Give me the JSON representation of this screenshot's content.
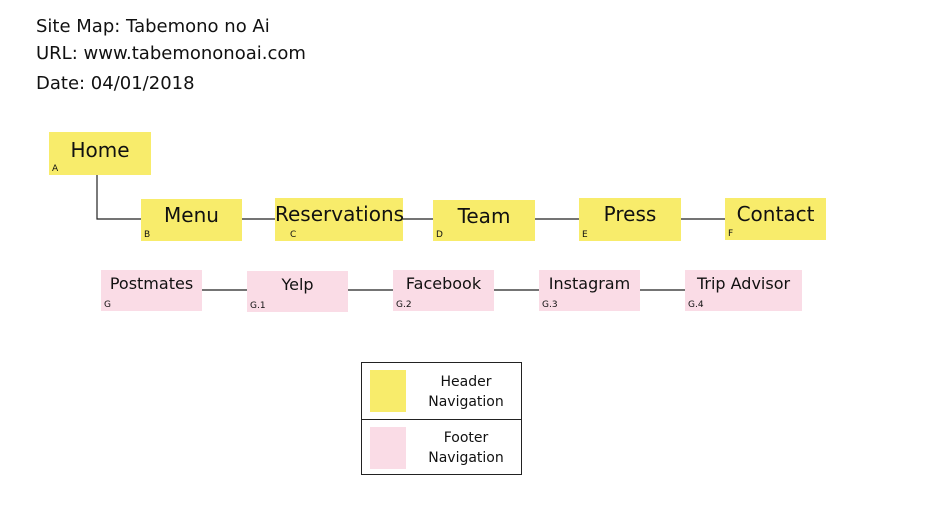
{
  "meta": {
    "title": "Site Map: Tabemono no Ai",
    "url": "URL: www.tabemononoai.com",
    "date": "Date: 04/01/2018"
  },
  "colors": {
    "header": "#f8ec6b",
    "footer": "#fadce6",
    "line": "#222222"
  },
  "home": {
    "label": "Home",
    "code": "A"
  },
  "header_nav": [
    {
      "label": "Menu",
      "code": "B"
    },
    {
      "label": "Reservations",
      "code": "C"
    },
    {
      "label": "Team",
      "code": "D"
    },
    {
      "label": "Press",
      "code": "E"
    },
    {
      "label": "Contact",
      "code": "F"
    }
  ],
  "footer_nav": [
    {
      "label": "Postmates",
      "code": "G"
    },
    {
      "label": "Yelp",
      "code": "G.1"
    },
    {
      "label": "Facebook",
      "code": "G.2"
    },
    {
      "label": "Instagram",
      "code": "G.3"
    },
    {
      "label": "Trip Advisor",
      "code": "G.4"
    }
  ],
  "legend": {
    "header": {
      "line1": "Header",
      "line2": "Navigation"
    },
    "footer": {
      "line1": "Footer",
      "line2": "Navigation"
    }
  }
}
